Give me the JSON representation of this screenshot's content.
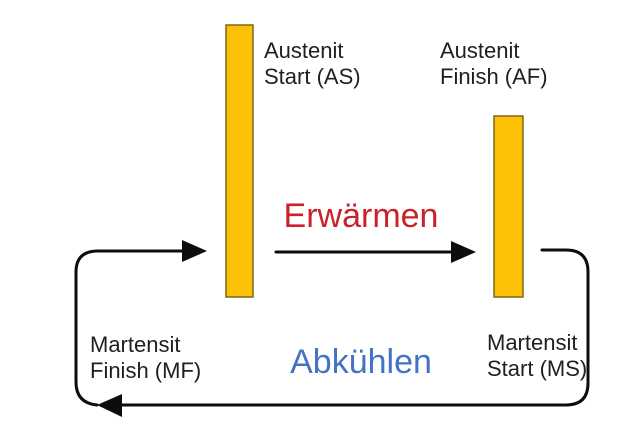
{
  "diagram": {
    "nodes": {
      "austenit_start": {
        "line1": "Austenit",
        "line2": "Start (AS)"
      },
      "austenit_finish": {
        "line1": "Austenit",
        "line2": "Finish (AF)"
      },
      "martensit_finish": {
        "line1": "Martensit",
        "line2": "Finish (MF)"
      },
      "martensit_start": {
        "line1": "Martensit",
        "line2": "Start (MS)"
      }
    },
    "processes": {
      "heating": "Erwärmen",
      "cooling": "Abkühlen"
    },
    "colors": {
      "bar_fill": "#fcc004",
      "bar_border": "#7e6716",
      "heating_text": "#cb2128",
      "cooling_text": "#4472c4",
      "arrow": "#0d0d0d"
    }
  }
}
